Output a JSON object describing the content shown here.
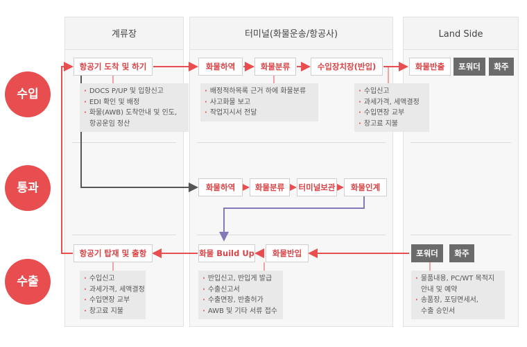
{
  "columns": {
    "left": "계류장",
    "middle": "터미널(화물운송/항공사)",
    "right": "Land Side"
  },
  "phases": {
    "import": "수입",
    "transit": "통과",
    "export": "수출"
  },
  "import_row": {
    "aircraft_arrival": "항공기 도착 및 하기",
    "cargo_unload": "화물하역",
    "cargo_sort": "화물분류",
    "import_storage": "수입장치장(반입)",
    "cargo_release": "화물반출",
    "forwarder": "포워더",
    "shipper": "화주"
  },
  "import_notes": {
    "arrival": [
      {
        "text": "DOCS P/UP 및 입항신고",
        "bullet": true
      },
      {
        "text": "EDI 확인 및 배정",
        "bullet": true
      },
      {
        "text": "화물(AWB) 도착안내 및 인도,",
        "bullet": true
      },
      {
        "text": "항공운임 정산",
        "bullet": false
      }
    ],
    "terminal": [
      {
        "text": "배정적하목록 근거 하에 화물분류",
        "bullet": true
      },
      {
        "text": "사고화물 보고",
        "bullet": true
      },
      {
        "text": "작업지시서 전달",
        "bullet": true
      }
    ],
    "landside": [
      {
        "text": "수입신고",
        "bullet": true
      },
      {
        "text": "과세가격, 세액결정",
        "bullet": true
      },
      {
        "text": "수입면장 교부",
        "bullet": true
      },
      {
        "text": "창고료 지불",
        "bullet": true
      }
    ]
  },
  "transit_row": {
    "cargo_unload": "화물하역",
    "cargo_sort": "화물분류",
    "terminal_storage": "터미널보관",
    "cargo_transfer": "화물인계"
  },
  "export_row": {
    "aircraft_loading": "항공기 탑재 및 출항",
    "build_up": "화물 Build Up",
    "cargo_in": "화물반입",
    "forwarder": "포워더",
    "shipper": "화주"
  },
  "export_notes": {
    "apron": [
      {
        "text": "수입신고",
        "bullet": true
      },
      {
        "text": "과세가격, 세액결정",
        "bullet": true
      },
      {
        "text": "수입면장 교부",
        "bullet": true
      },
      {
        "text": "창고료 지불",
        "bullet": true
      }
    ],
    "terminal": [
      {
        "text": "반입신고, 반입게 발급",
        "bullet": true
      },
      {
        "text": "수출신고서",
        "bullet": true
      },
      {
        "text": "수출면장, 반출허가",
        "bullet": true
      },
      {
        "text": "AWB 및 기타 서류 접수",
        "bullet": true
      }
    ],
    "landside": [
      {
        "text": "물품내용, PC/WT 목적지",
        "bullet": true
      },
      {
        "text": "안내 및 예약",
        "bullet": false
      },
      {
        "text": "송품장, 포딩면세서,",
        "bullet": true
      },
      {
        "text": "수출 승인서",
        "bullet": false
      }
    ]
  },
  "colors": {
    "accent_red": "#e84e50",
    "dark_box": "#6b6b6b",
    "transit_line": "#8279b8",
    "panel_bg": "#f7f7f7"
  }
}
